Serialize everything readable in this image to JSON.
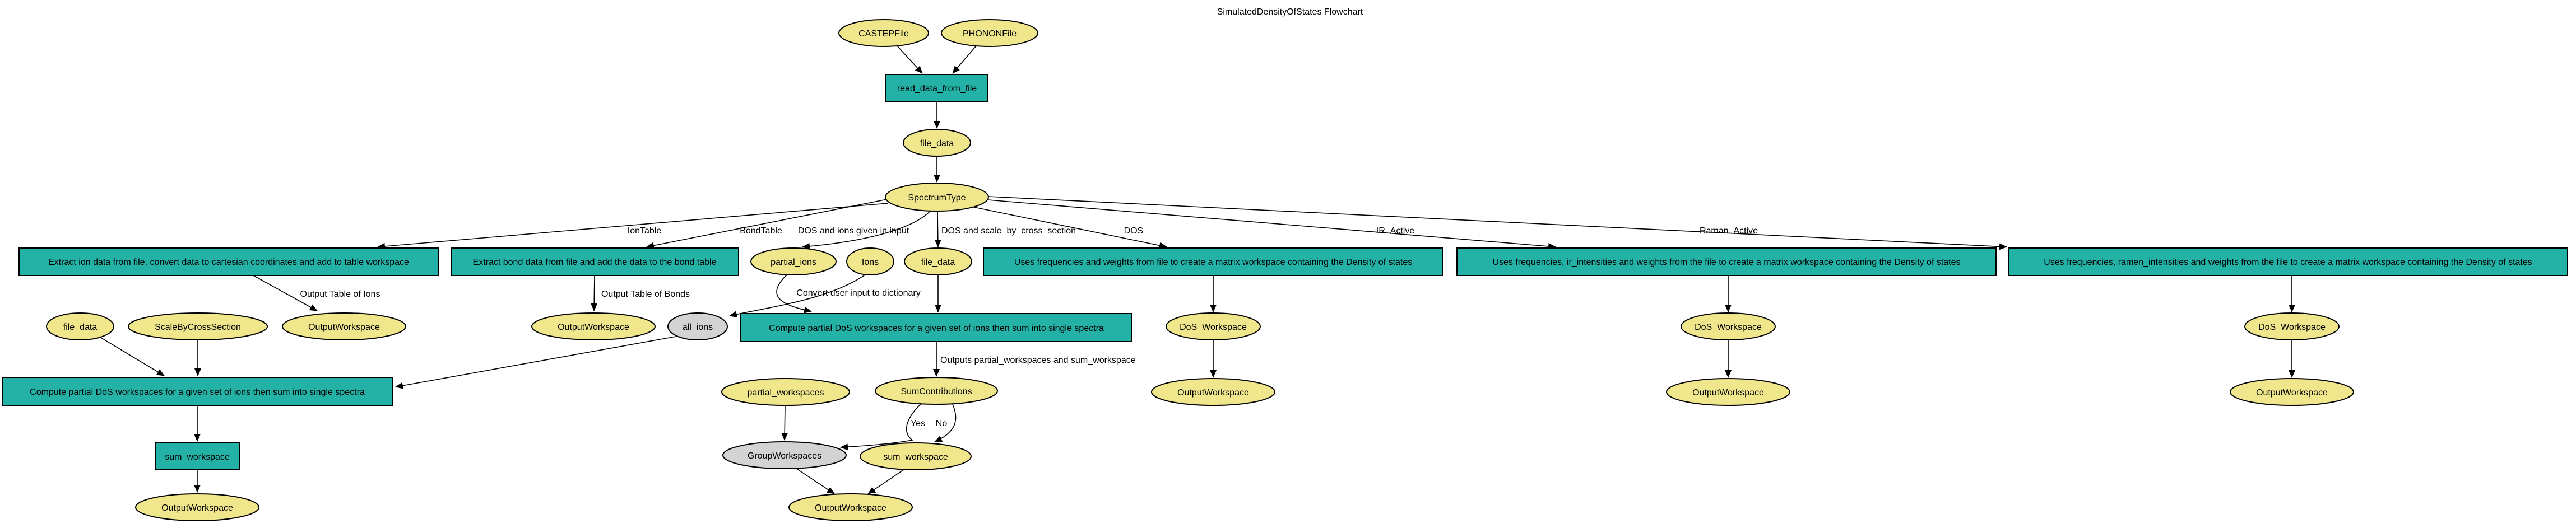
{
  "title": "SimulatedDensityOfStates Flowchart",
  "colors": {
    "process_fill": "#25b2a6",
    "parameter_fill": "#f0e68c",
    "intermediate_fill": "#d3d3d3",
    "stroke": "#000000",
    "background": "#ffffff"
  },
  "legend": {
    "process_color_meaning": "process step (teal box)",
    "parameter_color_meaning": "input/output property (yellow ellipse)",
    "intermediate_color_meaning": "intermediate value (grey ellipse)"
  },
  "nodes": {
    "castepfile": {
      "label": "CASTEPFile"
    },
    "phononfile": {
      "label": "PHONONFile"
    },
    "read_data_from_file": {
      "label": "read_data_from_file"
    },
    "file_data_top": {
      "label": "file_data"
    },
    "spectrum_type": {
      "label": "SpectrumType"
    },
    "extract_ion_box": {
      "label": "Extract ion data from file, convert data to cartesian coordinates and add to table workspace"
    },
    "extract_bond_box": {
      "label": "Extract bond data from file and add the data to the bond table"
    },
    "partial_ions": {
      "label": "partial_ions"
    },
    "ions": {
      "label": "Ions"
    },
    "file_data_mid": {
      "label": "file_data"
    },
    "dos_box": {
      "label": "Uses frequencies and weights from file to create a matrix workspace containing the Density of states"
    },
    "ir_box": {
      "label": "Uses frequencies, ir_intensities and weights from the file to create a matrix workspace containing the Density of states"
    },
    "raman_box": {
      "label": "Uses frequencies, ramen_intensities and weights from the file to create a matrix workspace containing the Density of states"
    },
    "file_data_left": {
      "label": "file_data"
    },
    "scale_by_cross_section": {
      "label": "ScaleByCrossSection"
    },
    "output_ws_ion_table": {
      "label": "OutputWorkspace"
    },
    "output_ws_bond_table": {
      "label": "OutputWorkspace"
    },
    "all_ions": {
      "label": "all_ions"
    },
    "compute_mid_box": {
      "label": "Compute partial DoS workspaces for a given set of ions then sum into single spectra"
    },
    "dos_ws_dos": {
      "label": "DoS_Workspace"
    },
    "dos_ws_ir": {
      "label": "DoS_Workspace"
    },
    "dos_ws_raman": {
      "label": "DoS_Workspace"
    },
    "compute_left_box": {
      "label": "Compute partial DoS workspaces for a given set of ions then sum into single spectra"
    },
    "partial_workspaces": {
      "label": "partial_workspaces"
    },
    "sum_contributions": {
      "label": "SumContributions"
    },
    "output_ws_dos": {
      "label": "OutputWorkspace"
    },
    "output_ws_ir": {
      "label": "OutputWorkspace"
    },
    "output_ws_raman": {
      "label": "OutputWorkspace"
    },
    "sum_workspace_box": {
      "label": "sum_workspace"
    },
    "group_workspaces": {
      "label": "GroupWorkspaces"
    },
    "sum_workspace": {
      "label": "sum_workspace"
    },
    "output_ws_left": {
      "label": "OutputWorkspace"
    },
    "output_ws_mid": {
      "label": "OutputWorkspace"
    }
  },
  "edge_labels": {
    "ion_table": "IonTable",
    "bond_table": "BondTable",
    "dos_ions_input": "DOS and ions given in input",
    "dos_scale": "DOS and scale_by_cross_section",
    "dos": "DOS",
    "ir_active": "IR_Active",
    "raman_active": "Raman_Active",
    "output_table_ions": "Output Table of Ions",
    "output_table_bonds": "Output Table of Bonds",
    "convert_input": "Convert user input to dictionary",
    "outputs_partial": "Outputs partial_workspaces and sum_workspace",
    "yes": "Yes",
    "no": "No"
  }
}
